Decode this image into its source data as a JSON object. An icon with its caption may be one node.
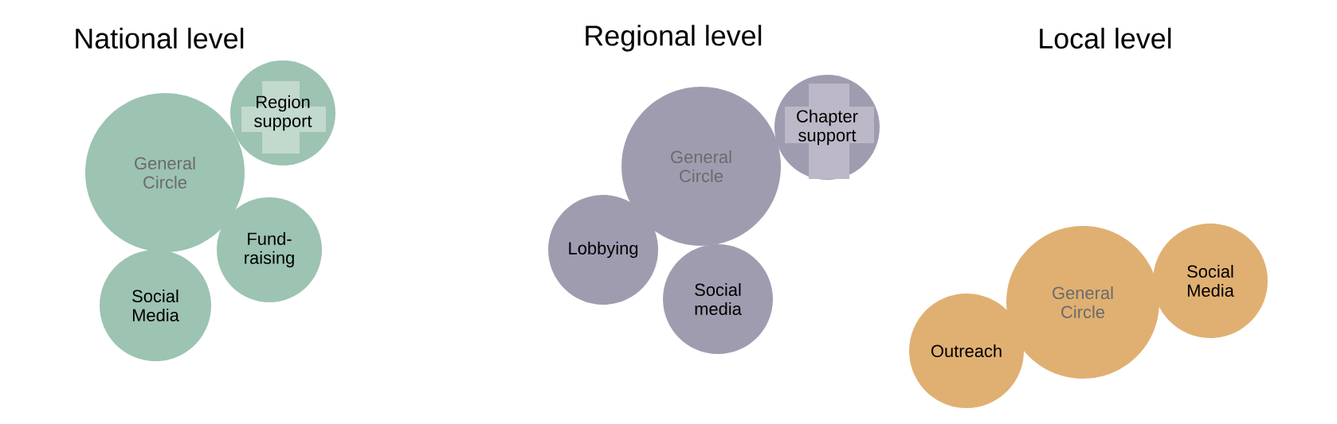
{
  "diagram": {
    "nodes": [
      {
        "text": [
          "General Circle"
        ]
      },
      {
        "text": [
          "Region support"
        ]
      },
      {
        "text": [
          "Fund- raising"
        ]
      },
      {
        "text": [
          "Social Media"
        ]
      },
      {
        "text": [
          "General Circle"
        ]
      },
      {
        "text": [
          "Chapter support"
        ]
      },
      {
        "text": [
          "Lobbying"
        ]
      },
      {
        "text": [
          "Social media"
        ]
      },
      {
        "text": [
          "General Circle"
        ]
      },
      {
        "text": [
          "Social Media"
        ]
      },
      {
        "text": [
          "Outreach"
        ]
      }
    ],
    "labels": [
      "National level",
      "Regional level",
      "Local level"
    ]
  }
}
